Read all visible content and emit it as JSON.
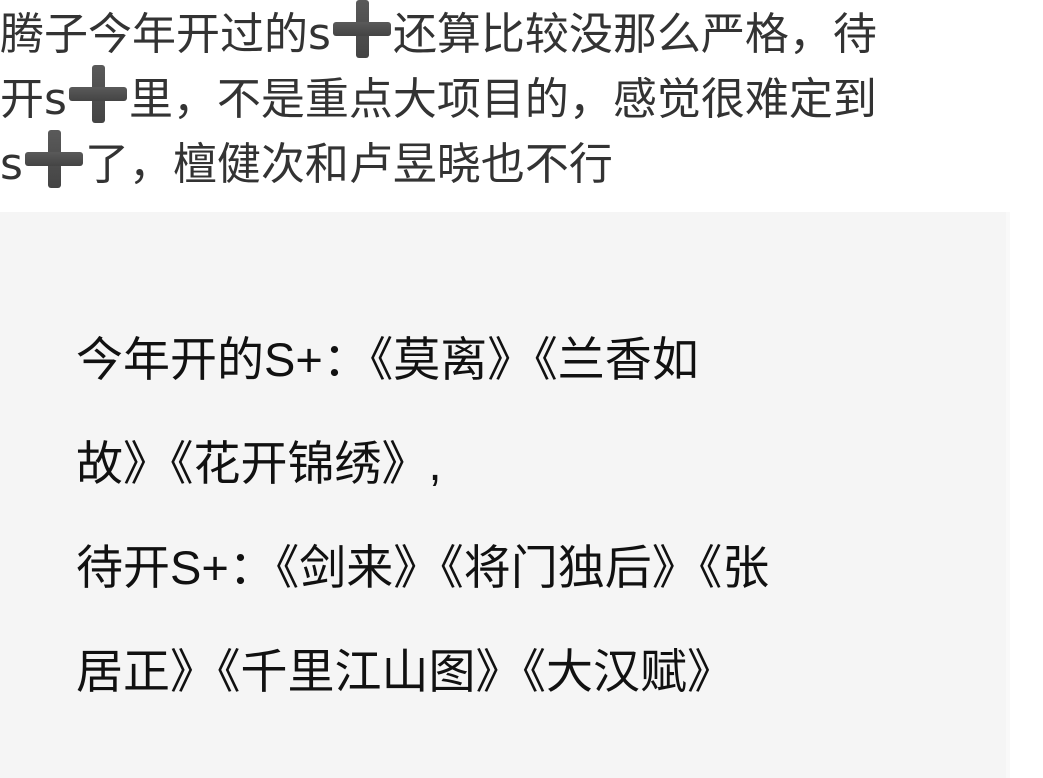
{
  "post": {
    "caption": {
      "lines": [
        [
          {
            "type": "text",
            "value": "腾子今年开过的s"
          },
          {
            "type": "emoji",
            "name": "heavy-plus-sign"
          },
          {
            "type": "text",
            "value": "还算比较没那么严格，待"
          }
        ],
        [
          {
            "type": "text",
            "value": "开s"
          },
          {
            "type": "emoji",
            "name": "heavy-plus-sign"
          },
          {
            "type": "text",
            "value": "里，不是重点大项目的，感觉很难定到"
          }
        ],
        [
          {
            "type": "text",
            "value": "s"
          },
          {
            "type": "emoji",
            "name": "heavy-plus-sign"
          },
          {
            "type": "text",
            "value": "了，檀健次和卢昱晓也不行"
          }
        ]
      ],
      "l1a": "腾子今年开过的s",
      "l1b": "还算比较没那么严格，待",
      "l2a": "开s",
      "l2b": "里，不是重点大项目的，感觉很难定到",
      "l3a": "s",
      "l3b": "了，檀健次和卢昱晓也不行"
    },
    "quote_image": {
      "background": "#f5f5f5",
      "text_color": "#111111",
      "lines": [
        "今年开的S+：《莫离》《兰香如",
        "故》《花开锦绣》,",
        "待开S+：《剑来》《将门独后》《张",
        "居正》《千里江山图》《大汉赋》"
      ],
      "this_year_label": "今年开的S+",
      "this_year_titles": [
        "莫离",
        "兰香如故",
        "花开锦绣"
      ],
      "upcoming_label": "待开S+",
      "upcoming_titles": [
        "剑来",
        "将门独后",
        "张居正",
        "千里江山图",
        "大汉赋"
      ]
    }
  }
}
